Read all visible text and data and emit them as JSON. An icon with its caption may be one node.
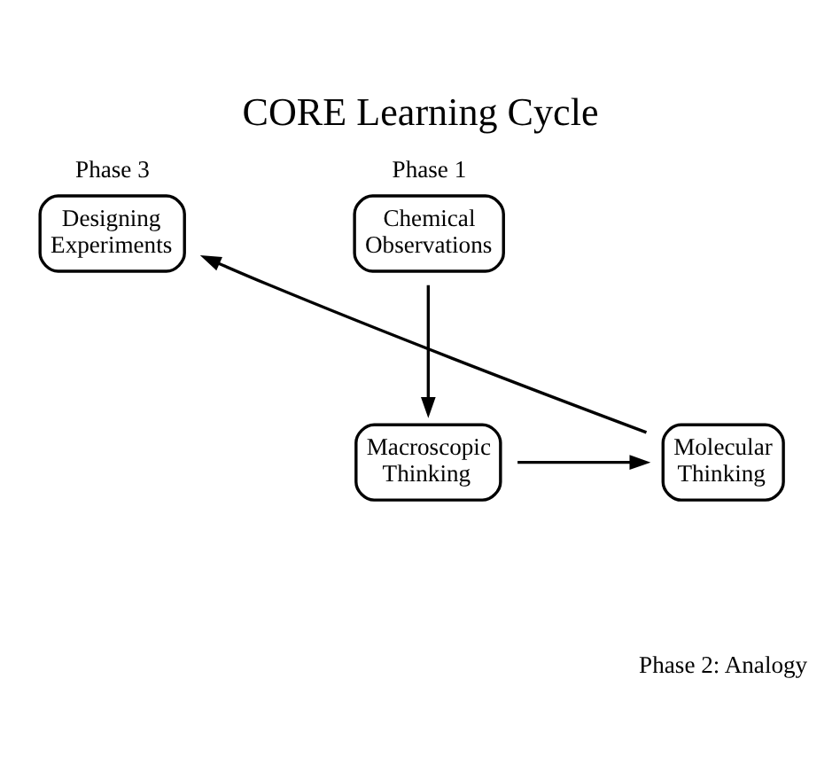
{
  "diagram": {
    "title": "CORE Learning Cycle",
    "nodes": [
      {
        "text": [
          "Phase 3",
          "Designing Experiments"
        ]
      },
      {
        "text": [
          "Phase 1",
          "Chemical Observations"
        ]
      },
      {
        "text": [
          "Molecular Thinking"
        ]
      },
      {
        "text": [
          "Macroscopic Thinking"
        ]
      }
    ],
    "edges": [
      {
        "from": 1,
        "to": 3,
        "arrow": "to"
      },
      {
        "from": 3,
        "to": 2,
        "arrow": "to"
      },
      {
        "from": 2,
        "to": 0,
        "arrow": "to"
      }
    ],
    "labels": [
      "Phase 2: Analogy"
    ]
  }
}
